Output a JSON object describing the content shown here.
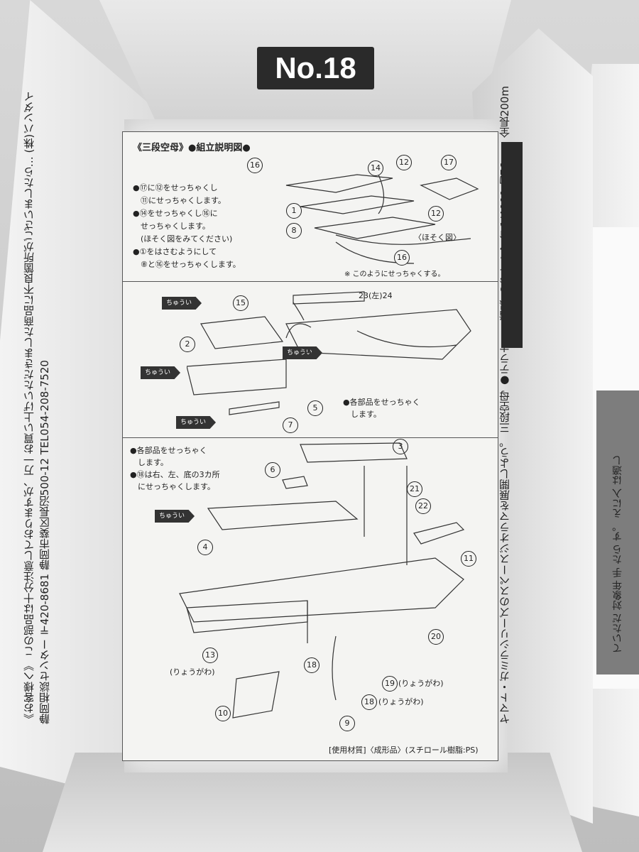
{
  "badge": "No.18",
  "sheet": {
    "title": "《三段空母》●組立説明図●",
    "step1": "●⑰に⑫をせっちゃくし\n　⑪にせっちゃくします。\n●⑭をせっちゃくし⑯に\n　せっちゃくします。\n　(ほそく図をみてください)\n●①をはさむようにして\n　⑧と⑯をせっちゃくします。",
    "hosoku": "〈ほそく図〉",
    "note1": "※ このようにせっちゃくする。",
    "step2": "●各部品をせっちゃく\n　します。",
    "step3": "●各部品をせっちゃく\n　します。\n●⑱は右、左、底の3カ所\n　にせっちゃくします。",
    "chuui": "ちゅうい",
    "ryougawa": "(りょうがわ)",
    "material": "[使用材質]〈成形品〉(スチロール樹脂:PS)",
    "nums": {
      "n1": "1",
      "n2": "2",
      "n3": "3",
      "n4": "4",
      "n5": "5",
      "n6": "6",
      "n7": "7",
      "n8": "8",
      "n9": "9",
      "n10": "10",
      "n11": "11",
      "n12": "12",
      "n13": "13",
      "n14": "14",
      "n15": "15",
      "n16": "16",
      "n17": "17",
      "n18": "18",
      "n19": "19",
      "n20": "20",
      "n21": "21",
      "n22": "22",
      "n23": "23(左)24"
    }
  },
  "left_wall_text": "《お客様へ》 この部品は十分注意しておりますが、万一お買い上げいただきました商品に不良箇所がございましたら… (株)バンダイ 静岡相談センター 〒420-8681 静岡市葵区長沼500-12 TEL054-208-7520",
  "right_wall_text": "ヤマト・ガミラシリーズのスペースジオラマを展開しよう。 三段空母 ●テラナー・暗黒 ●ジオラマ台 1/4000 約76mm 全長200m",
  "right_box_text": "ていただ 対象年 手 たら す。 えに入 は適し"
}
